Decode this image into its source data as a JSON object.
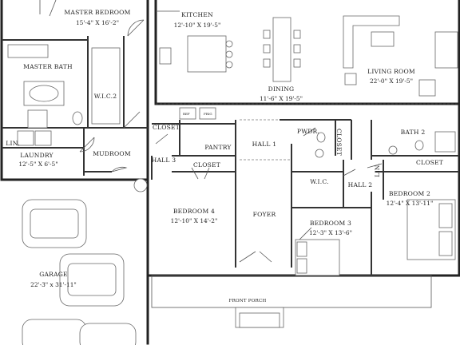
{
  "rooms": [
    {
      "id": "master-bedroom",
      "name": "MASTER BEDROOM",
      "dims": "15'-4\" X 16'-2\""
    },
    {
      "id": "kitchen",
      "name": "KITCHEN",
      "dims": "12'-10\" X 19'-5\""
    },
    {
      "id": "living-room",
      "name": "LIVING ROOM",
      "dims": "22'-0\" X 19'-5\""
    },
    {
      "id": "master-bath",
      "name": "MASTER BATH",
      "dims": ""
    },
    {
      "id": "wic-2",
      "name": "W.I.C.2",
      "dims": ""
    },
    {
      "id": "dining",
      "name": "DINING",
      "dims": "11'-6\" X 19'-5\""
    },
    {
      "id": "closet-mud",
      "name": "CLOSET",
      "dims": ""
    },
    {
      "id": "pantry",
      "name": "PANTRY",
      "dims": ""
    },
    {
      "id": "hall-1",
      "name": "HALL 1",
      "dims": ""
    },
    {
      "id": "pwdr",
      "name": "PWDR.",
      "dims": ""
    },
    {
      "id": "closet-pwdr",
      "name": "CLOSET",
      "dims": ""
    },
    {
      "id": "bath-2",
      "name": "BATH 2",
      "dims": ""
    },
    {
      "id": "lin",
      "name": "LIN.",
      "dims": ""
    },
    {
      "id": "laundry",
      "name": "LAUNDRY",
      "dims": "12'-5\" X 6'-5\""
    },
    {
      "id": "mudroom",
      "name": "MUDROOM",
      "dims": ""
    },
    {
      "id": "hall-3",
      "name": "HALL 3",
      "dims": ""
    },
    {
      "id": "closet-bed4",
      "name": "CLOSET",
      "dims": ""
    },
    {
      "id": "closet-bed2",
      "name": "CLOSET",
      "dims": ""
    },
    {
      "id": "lin-2",
      "name": "LIN.",
      "dims": ""
    },
    {
      "id": "wic",
      "name": "W.I.C.",
      "dims": ""
    },
    {
      "id": "hall-2",
      "name": "HALL 2",
      "dims": ""
    },
    {
      "id": "bedroom-2",
      "name": "BEDROOM 2",
      "dims": "12'-4\" X 13'-11\""
    },
    {
      "id": "bedroom-4",
      "name": "BEDROOM 4",
      "dims": "12'-10\" X 14'-2\""
    },
    {
      "id": "foyer",
      "name": "FOYER",
      "dims": ""
    },
    {
      "id": "bedroom-3",
      "name": "BEDROOM 3",
      "dims": "12'-3\" X 13'-6\""
    },
    {
      "id": "garage",
      "name": "GARAGE",
      "dims": "22'-3\" x 31'-11\""
    },
    {
      "id": "front-porch",
      "name": "FRONT PORCH",
      "dims": ""
    }
  ],
  "fixtures": {
    "ref_label": "REF",
    "fridge_label": "FRIG"
  }
}
